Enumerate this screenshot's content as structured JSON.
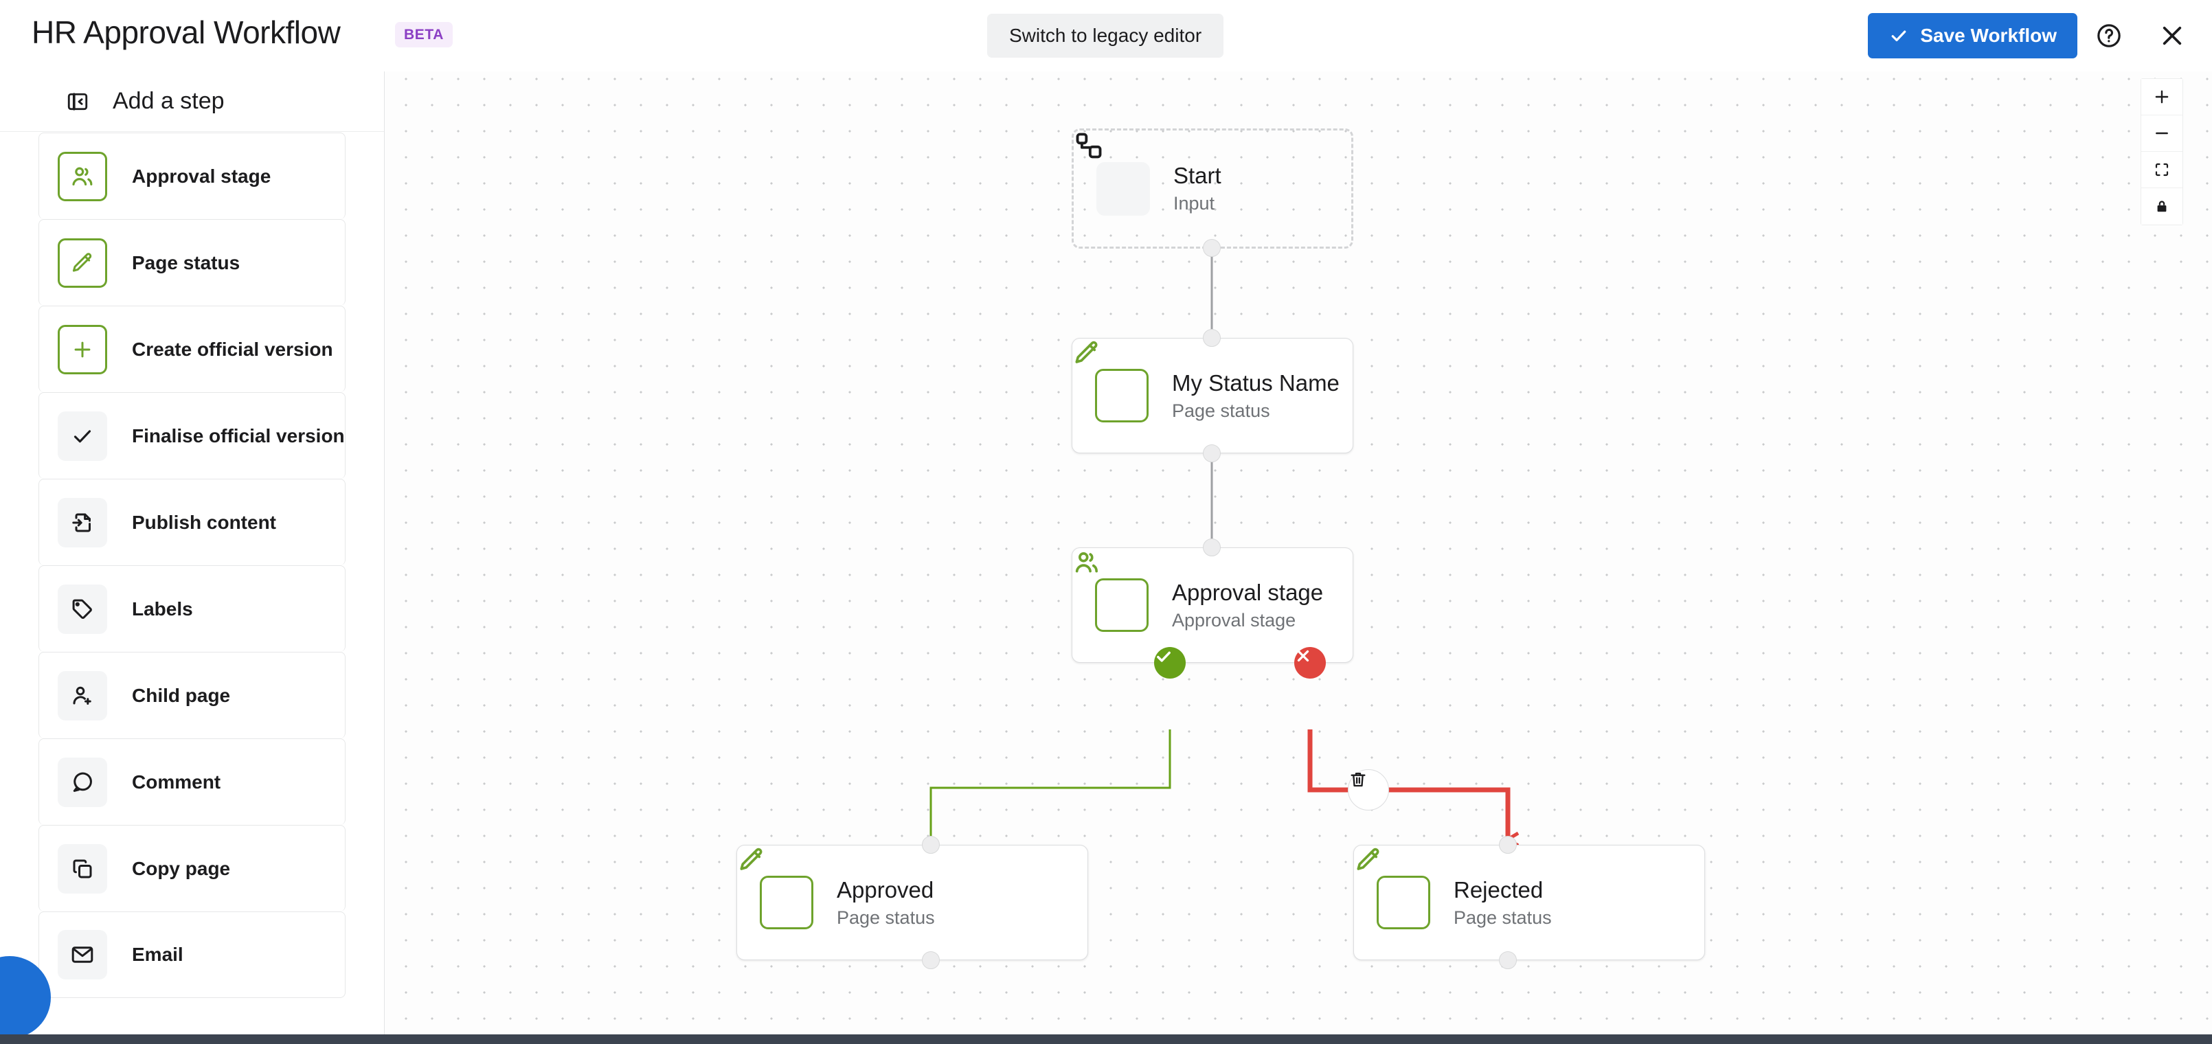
{
  "header": {
    "title": "HR Approval Workflow",
    "badge": "BETA",
    "legacy_button": "Switch to legacy editor",
    "save_button": "Save Workflow",
    "help_icon": "help-circle-icon",
    "close_icon": "close-icon",
    "check_icon": "check-icon",
    "accent_color": "#1d6fd4",
    "badge_color": "#8b3fc4"
  },
  "sidebar": {
    "title": "Add a step",
    "collapse_icon": "panel-collapse-icon",
    "items": [
      {
        "label": "Approval stage",
        "icon": "users-icon",
        "style": "green"
      },
      {
        "label": "Page status",
        "icon": "pencil-icon",
        "style": "green"
      },
      {
        "label": "Create official version",
        "icon": "plus-icon",
        "style": "green"
      },
      {
        "label": "Finalise official version",
        "icon": "check-icon",
        "style": "grey"
      },
      {
        "label": "Publish content",
        "icon": "publish-file-icon",
        "style": "grey"
      },
      {
        "label": "Labels",
        "icon": "tag-icon",
        "style": "grey"
      },
      {
        "label": "Child page",
        "icon": "user-plus-icon",
        "style": "grey"
      },
      {
        "label": "Comment",
        "icon": "comment-icon",
        "style": "grey"
      },
      {
        "label": "Copy page",
        "icon": "copy-icon",
        "style": "grey"
      },
      {
        "label": "Email",
        "icon": "envelope-icon",
        "style": "grey"
      }
    ]
  },
  "canvas": {
    "nodes": [
      {
        "id": "start",
        "title": "Start",
        "subtitle": "Input",
        "icon": "flow-start-icon",
        "icon_style": "grey",
        "border": "dashed"
      },
      {
        "id": "status",
        "title": "My Status Name",
        "subtitle": "Page status",
        "icon": "pencil-icon",
        "icon_style": "green",
        "border": "solid"
      },
      {
        "id": "approval",
        "title": "Approval stage",
        "subtitle": "Approval stage",
        "icon": "users-icon",
        "icon_style": "green",
        "border": "solid"
      },
      {
        "id": "approved",
        "title": "Approved",
        "subtitle": "Page status",
        "icon": "pencil-icon",
        "icon_style": "green",
        "border": "solid"
      },
      {
        "id": "rejected",
        "title": "Rejected",
        "subtitle": "Page status",
        "icon": "pencil-icon",
        "icon_style": "green",
        "border": "solid"
      }
    ],
    "edges": [
      {
        "from": "start",
        "to": "status",
        "color": "#9ea0a3"
      },
      {
        "from": "status",
        "to": "approval",
        "color": "#9ea0a3"
      },
      {
        "from": "approval",
        "to": "approved",
        "color": "#67a118",
        "branch": "approve"
      },
      {
        "from": "approval",
        "to": "rejected",
        "color": "#e0453e",
        "branch": "reject"
      }
    ],
    "approve_handle_icon": "check-icon",
    "reject_handle_icon": "x-icon",
    "edge_delete_icon": "trash-icon",
    "controls": [
      {
        "name": "zoom-in",
        "icon": "plus-icon"
      },
      {
        "name": "zoom-out",
        "icon": "minus-icon"
      },
      {
        "name": "fit-view",
        "icon": "fit-screen-icon"
      },
      {
        "name": "lock",
        "icon": "lock-icon"
      }
    ]
  }
}
